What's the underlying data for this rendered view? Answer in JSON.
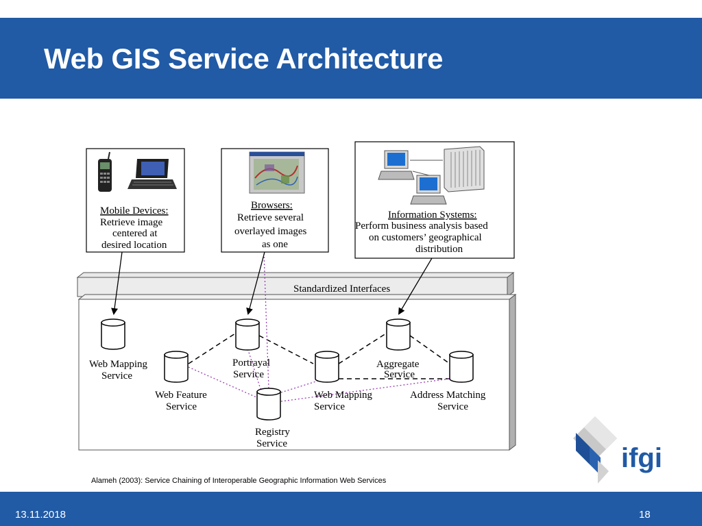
{
  "slide": {
    "title": "Web GIS Service Architecture",
    "date": "13.11.2018",
    "page_number": "18",
    "citation": "Alameh (2003): Service Chaining of Interoperable Geographic Information Web Services"
  },
  "diagram": {
    "clients": [
      {
        "heading": "Mobile Devices:",
        "lines": [
          "Retrieve image",
          "centered at",
          "desired location"
        ]
      },
      {
        "heading": "Browsers:",
        "lines": [
          "Retrieve several",
          "overlayed images",
          "as one"
        ]
      },
      {
        "heading": "Information Systems:",
        "lines": [
          "Perform business analysis based",
          "on customers’ geographical",
          "distribution"
        ]
      }
    ],
    "interfaces_label": "Standardized Interfaces",
    "services": {
      "web_mapping_1": [
        "Web Mapping",
        "Service"
      ],
      "web_feature": [
        "Web Feature",
        "Service"
      ],
      "portrayal": [
        "Portrayal",
        "Service"
      ],
      "registry": [
        "Registry",
        "Service"
      ],
      "web_mapping_2": [
        "Web Mapping",
        "Service"
      ],
      "aggregate": [
        "Aggregate",
        "Service"
      ],
      "address_matching": [
        "Address Matching",
        "Service"
      ]
    }
  },
  "logo": {
    "text": "ifgi"
  },
  "colors": {
    "header": "#215aa5",
    "footer": "#215aa5",
    "registry_links": "#9a3fb5"
  }
}
